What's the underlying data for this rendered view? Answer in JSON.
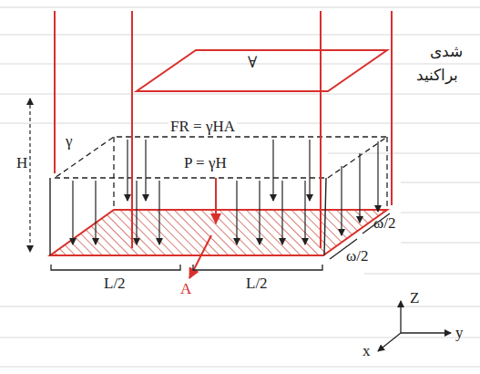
{
  "diagram": {
    "labels": [
      "∀",
      "H",
      "γ",
      "FR = γHA",
      "P = γH",
      "L/2",
      "L/2",
      "ω/2",
      "ω/2",
      "A",
      "Z",
      "y",
      "x",
      "شدی",
      "براکنید"
    ]
  }
}
